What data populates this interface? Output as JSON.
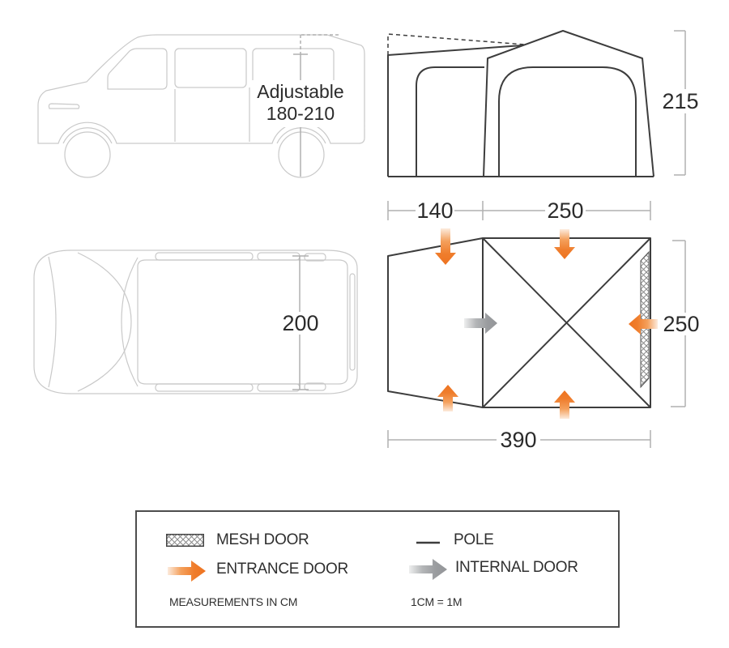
{
  "side_view": {
    "adjustable_label": "Adjustable",
    "adjustable_range": "180-210"
  },
  "front_view": {
    "height_cm": "215"
  },
  "floor_plan": {
    "front_depth_cm": "140",
    "main_depth_cm": "250",
    "width_cm": "250",
    "total_depth_cm": "390"
  },
  "top_view": {
    "van_width_cm": "200"
  },
  "legend": {
    "mesh_door": "MESH DOOR",
    "entrance_door": "ENTRANCE DOOR",
    "pole": "POLE",
    "internal_door": "INTERNAL DOOR",
    "measurements_note": "MEASUREMENTS IN CM",
    "scale_note": "1CM = 1M"
  },
  "colors": {
    "entrance_door": "#EE7522",
    "internal_door": "#97999B",
    "outline": "#3D3D3D",
    "dimension_line": "#B0B0B0",
    "van_outline": "#C9C9C9"
  }
}
